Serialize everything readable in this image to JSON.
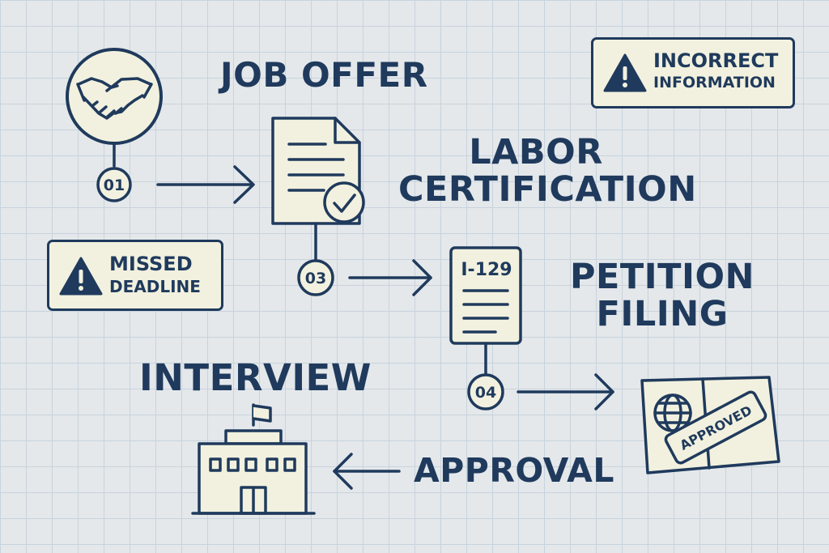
{
  "steps": {
    "job_offer": {
      "label": "JOB OFFER",
      "number": "01"
    },
    "labor_certification": {
      "label_line1": "LABOR",
      "label_line2": "CERTIFICATION",
      "number": "03"
    },
    "petition_filing": {
      "label_line1": "PETITION",
      "label_line2": "FILING",
      "number": "04",
      "form_name": "I-129"
    },
    "approval": {
      "label": "APPROVAL",
      "stamp_text": "APPROVED"
    },
    "interview": {
      "label": "INTERVIEW"
    }
  },
  "warnings": {
    "incorrect_information": {
      "line1": "INCORRECT",
      "line2": "INFORMATION"
    },
    "missed_deadline": {
      "line1": "MISSED",
      "line2": "DEADLINE"
    }
  },
  "colors": {
    "navy": "#1f3a5c",
    "paper": "#f2f1df",
    "background": "#e4e8eb",
    "grid": "#c8d3dc"
  }
}
